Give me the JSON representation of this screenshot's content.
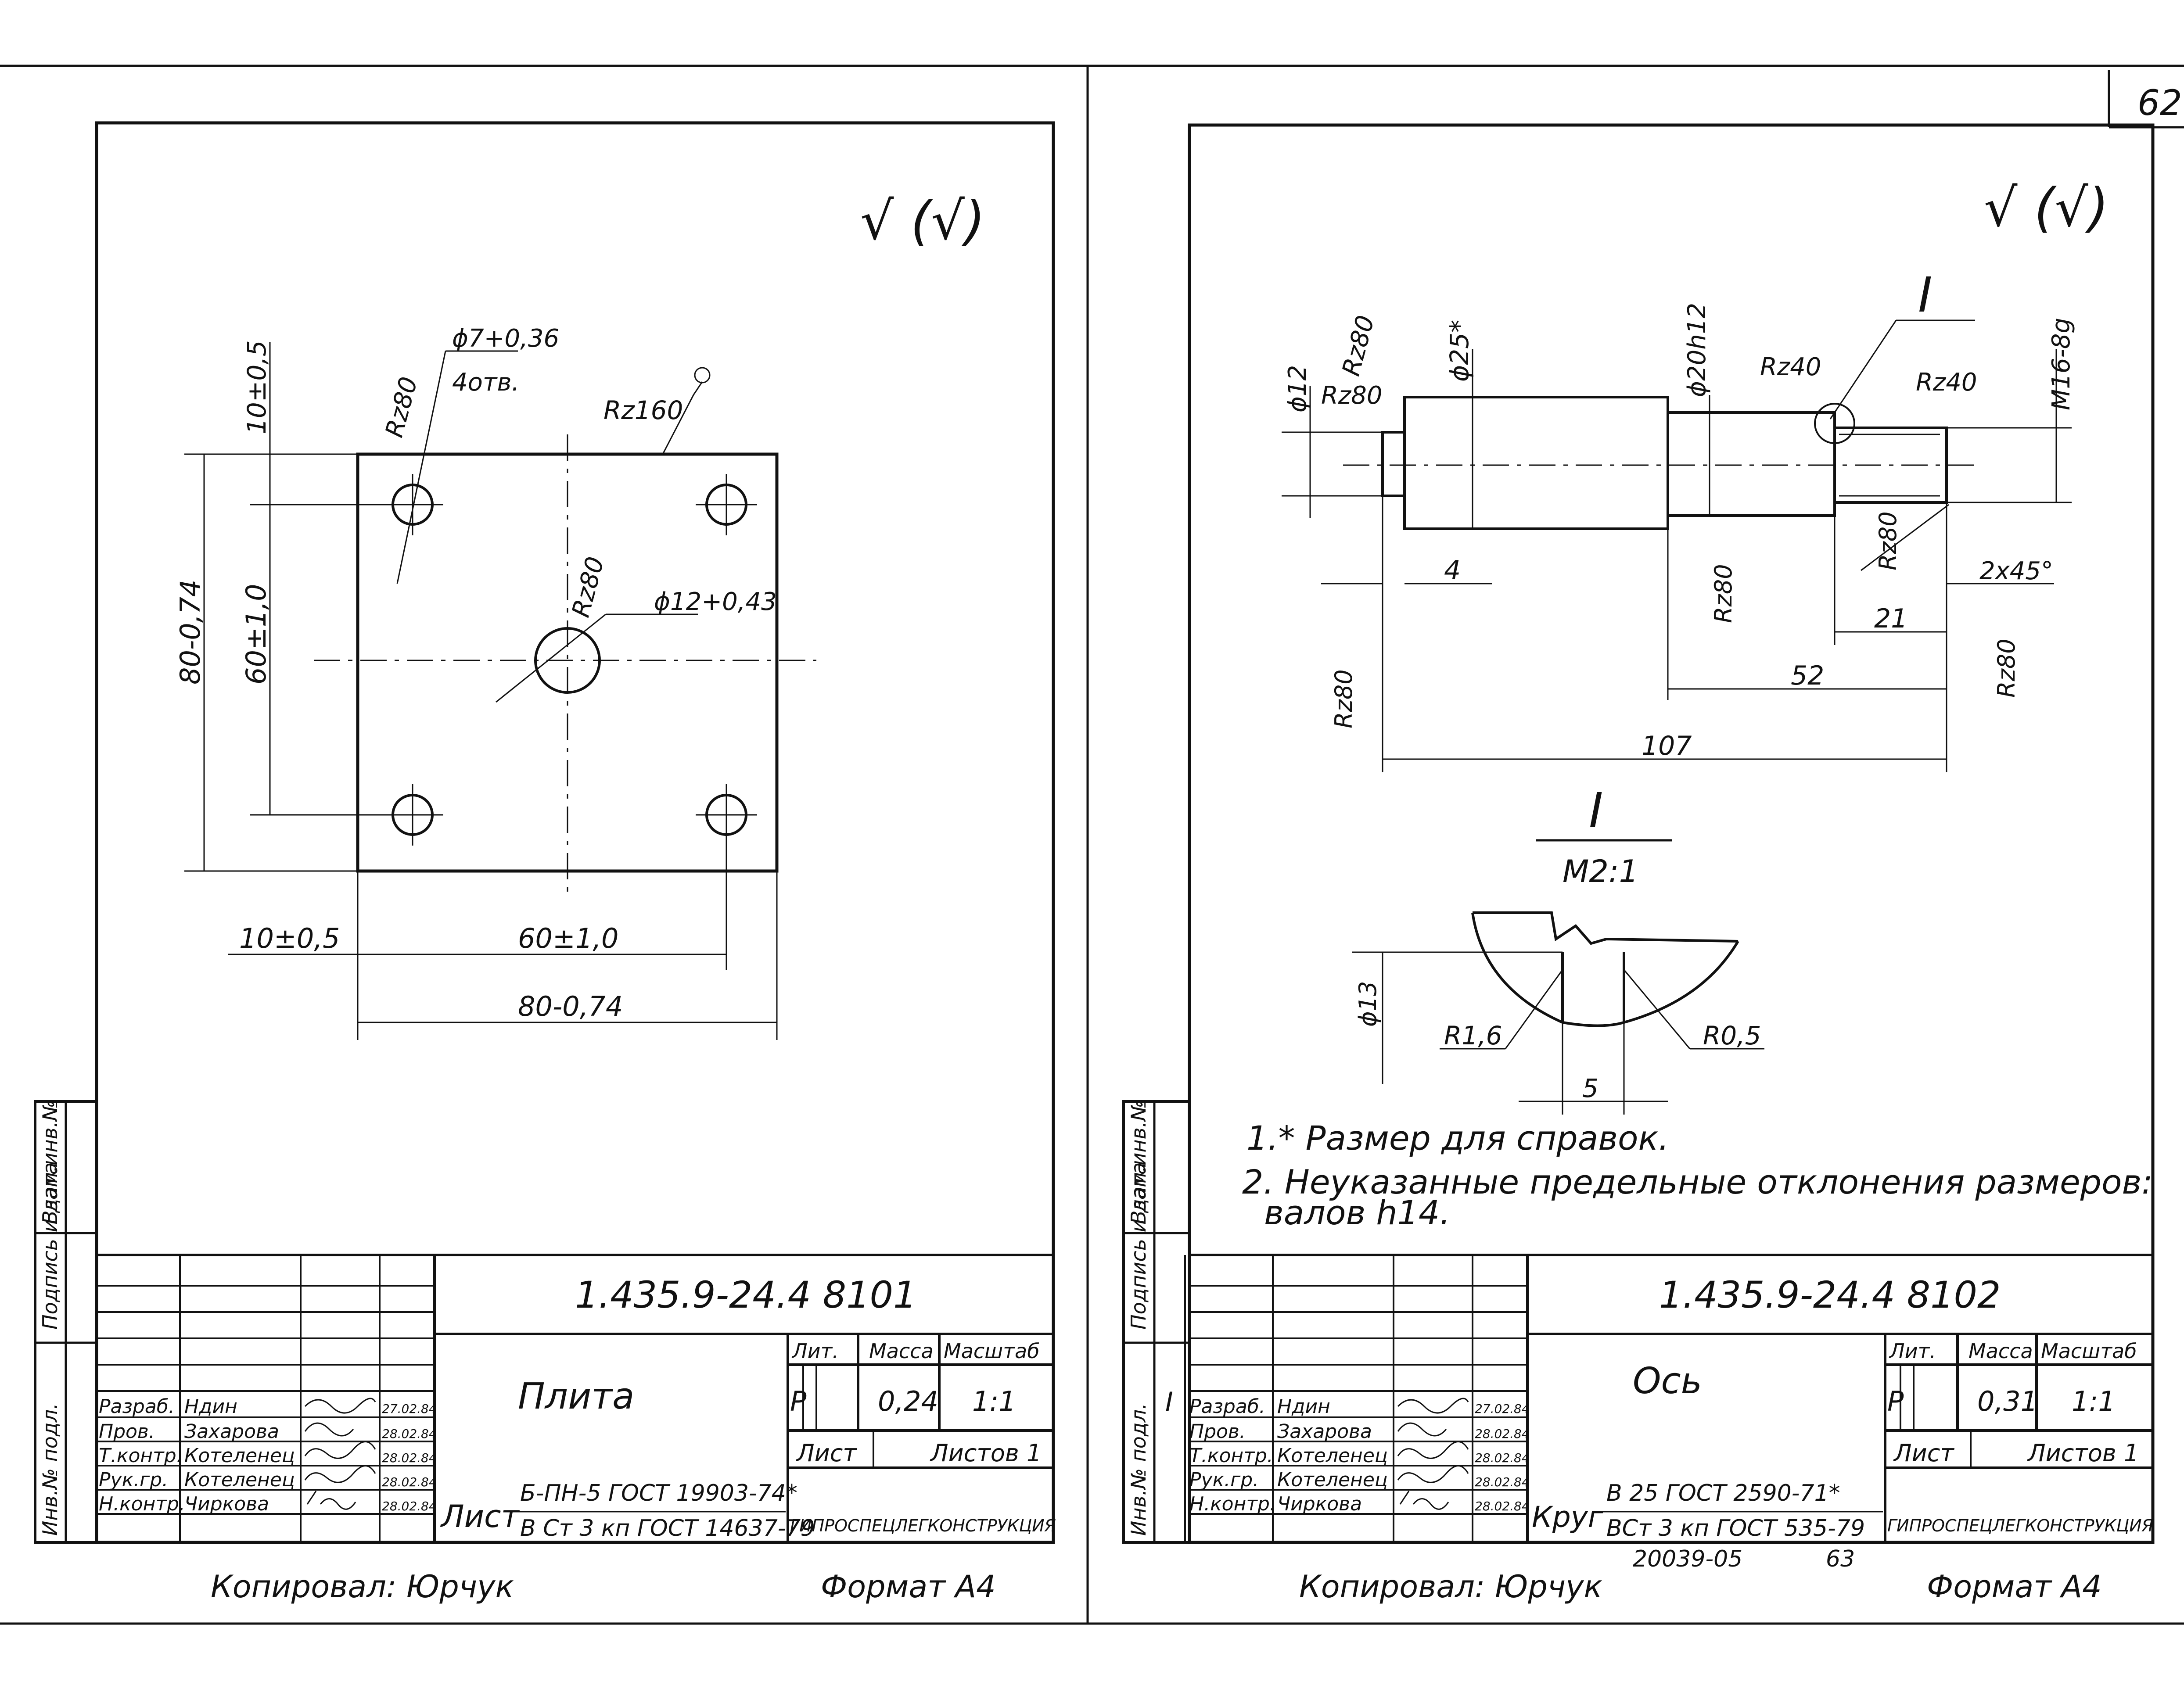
{
  "page_number": "62",
  "bottom_code": "20039-05",
  "bottom_page": "63",
  "left_sheet": {
    "roughness_mark": "√ (√)",
    "annotations": {
      "hole_dia": "ϕ7+0,36",
      "hole_count": "4отв.",
      "rz160": "Rz160",
      "rz80_a": "Rz80",
      "rz80_b": "Rz80",
      "center_hole": "ϕ12+0,43",
      "dim_10": "10±0,5",
      "dim_60_v": "60±1,0",
      "dim_80_v": "80-0,74",
      "dim_10_h": "10±0,5",
      "dim_60_h": "60±1,0",
      "dim_80_h": "80-0,74"
    },
    "title_block": {
      "doc_number": "1.435.9-24.4 8101",
      "part_name": "Плита",
      "lit_header": "Лит.",
      "mass_header": "Масса",
      "scale_header": "Масштаб",
      "lit_value": "Р",
      "mass": "0,24",
      "scale": "1:1",
      "sheet_label": "Лист",
      "sheets_label": "Листов 1",
      "material_prefix": "Лист",
      "material_line1": "Б-ПН-5 ГОСТ 19903-74*",
      "material_line2": "В Ст 3 кп ГОСТ 14637-79",
      "organization": "ГИПРОСПЕЦЛЕГКОНСТРУКЦИЯ",
      "signers": [
        {
          "role": "Разраб.",
          "name": "Ндин",
          "date": "27.02.84"
        },
        {
          "role": "Пров.",
          "name": "Захарова",
          "date": "28.02.84"
        },
        {
          "role": "Т.контр.",
          "name": "Котеленец",
          "date": "28.02.84"
        },
        {
          "role": "Рук.гр.",
          "name": "Котеленец",
          "date": "28.02.84"
        },
        {
          "role": "Н.контр.",
          "name": "Чиркова",
          "date": "28.02.84"
        }
      ],
      "side_labels": [
        "Инв.№ подл.",
        "Подпись и дата",
        "Взам.инв.№"
      ]
    },
    "copied_by": "Копировал: Юрчук",
    "format": "Формат А4"
  },
  "right_sheet": {
    "roughness_mark": "√ (√)",
    "annotations": {
      "phi12": "ϕ12",
      "rz80_end": "Rz80",
      "rz80_top": "Rz80",
      "phi25": "ϕ25*",
      "phi20": "ϕ20h12",
      "rz40_a": "Rz40",
      "rz40_b": "Rz40",
      "m16": "M16-8g",
      "detail_ref": "I",
      "dim_4": "4",
      "rz80_mid": "Rz80",
      "rz80_mid2": "Rz80",
      "chamfer": "2x45°",
      "dim_21": "21",
      "dim_52": "52",
      "dim_107": "107",
      "rz80_left": "Rz80",
      "rz80_right": "Rz80",
      "detail_title": "I",
      "detail_scale": "М2:1",
      "phi13": "ϕ13",
      "r16": "R1,6",
      "r05": "R0,5",
      "dim_5": "5"
    },
    "notes": [
      "1.* Размер для справок.",
      "2. Неуказанные предельные отклонения размеров:",
      "валов h14."
    ],
    "title_block": {
      "doc_number": "1.435.9-24.4 8102",
      "part_name": "Ось",
      "lit_header": "Лит.",
      "mass_header": "Масса",
      "scale_header": "Масштаб",
      "lit_value": "Р",
      "mass": "0,31",
      "scale": "1:1",
      "sheet_label": "Лист",
      "sheets_label": "Листов 1",
      "material_prefix": "Круг",
      "material_line1": "В 25 ГОСТ 2590-71*",
      "material_line2": "ВСт 3 кп ГОСТ 535-79",
      "organization": "ГИПРОСПЕЦЛЕГКОНСТРУКЦИЯ",
      "change_mark": "I",
      "signers": [
        {
          "role": "Разраб.",
          "name": "Ндин",
          "date": "27.02.84"
        },
        {
          "role": "Пров.",
          "name": "Захарова",
          "date": "28.02.84"
        },
        {
          "role": "Т.контр.",
          "name": "Котеленец",
          "date": "28.02.84"
        },
        {
          "role": "Рук.гр.",
          "name": "Котеленец",
          "date": "28.02.84"
        },
        {
          "role": "Н.контр.",
          "name": "Чиркова",
          "date": "28.02.84"
        }
      ],
      "side_labels": [
        "Инв.№ подл.",
        "Подпись и дата",
        "Взам.инв.№"
      ]
    },
    "copied_by": "Копировал: Юрчук",
    "format": "Формат А4"
  }
}
